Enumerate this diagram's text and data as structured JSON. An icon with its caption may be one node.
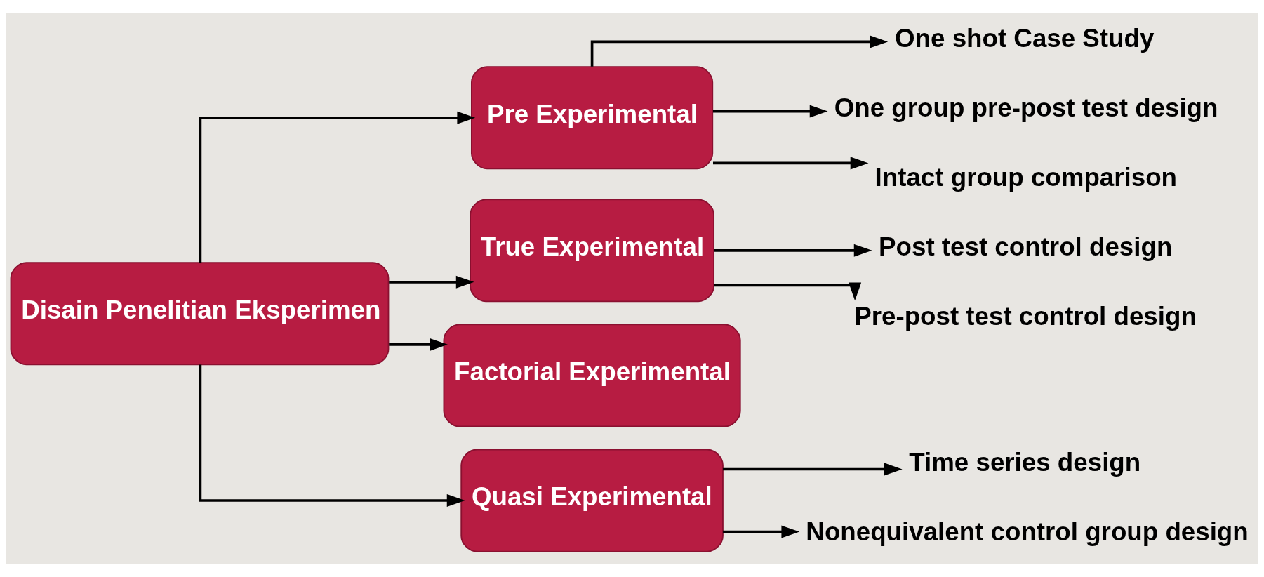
{
  "diagram": {
    "nodes": [
      {
        "text": [
          "Disain Penelitian Eksperimen"
        ]
      },
      {
        "text": [
          "Pre Experimental"
        ]
      },
      {
        "text": [
          "True Experimental"
        ]
      },
      {
        "text": [
          "Factorial Experimental"
        ]
      },
      {
        "text": [
          "Quasi Experimental"
        ]
      },
      {
        "text": [
          "One shot Case Study"
        ]
      },
      {
        "text": [
          "One group pre-post test design"
        ]
      },
      {
        "text": [
          "Intact group comparison"
        ]
      },
      {
        "text": [
          "Post test control design"
        ]
      },
      {
        "text": [
          "Pre-post test control design"
        ]
      },
      {
        "text": [
          "Time series design"
        ]
      },
      {
        "text": [
          "Nonequivalent control group design"
        ]
      }
    ],
    "edges": [
      {
        "from": 0,
        "to": 1,
        "arrow": "to"
      },
      {
        "from": 0,
        "to": 2,
        "arrow": "to"
      },
      {
        "from": 0,
        "to": 3,
        "arrow": "to"
      },
      {
        "from": 0,
        "to": 4,
        "arrow": "to"
      },
      {
        "from": 1,
        "to": 5,
        "arrow": "to"
      },
      {
        "from": 1,
        "to": 6,
        "arrow": "to"
      },
      {
        "from": 1,
        "to": 7,
        "arrow": "to"
      },
      {
        "from": 2,
        "to": 8,
        "arrow": "to"
      },
      {
        "from": 2,
        "to": 9,
        "arrow": "to"
      },
      {
        "from": 4,
        "to": 10,
        "arrow": "to"
      },
      {
        "from": 4,
        "to": 11,
        "arrow": "to"
      }
    ]
  }
}
